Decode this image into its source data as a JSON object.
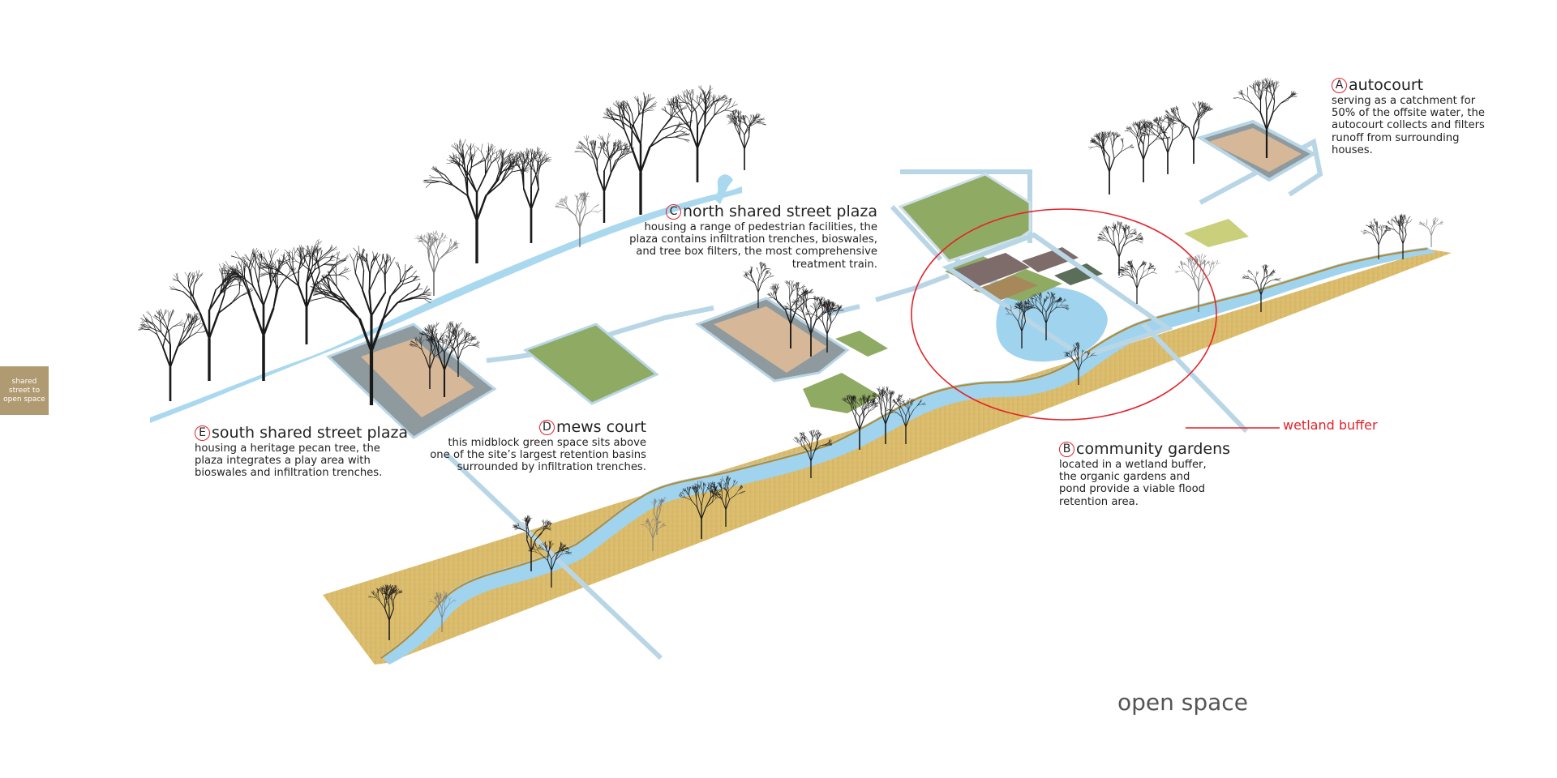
{
  "side_tab": {
    "label": "shared street to open space"
  },
  "callouts": [
    {
      "id": "A",
      "letter": "A",
      "title": "autocourt",
      "lines": [
        "serving as a catchment for",
        "50% of the offsite water, the",
        "autocourt collects and filters",
        "runoff from surrounding",
        "houses."
      ]
    },
    {
      "id": "B",
      "letter": "B",
      "title": "community gardens",
      "lines": [
        "located in a wetland buffer,",
        "the organic gardens and",
        "pond provide a viable flood",
        "retention area."
      ]
    },
    {
      "id": "C",
      "letter": "C",
      "title": "north shared street plaza",
      "lines": [
        "housing a range of pedestrian facilities, the",
        "plaza contains infiltration trenches, bioswales,",
        "and tree box filters, the most comprehensive",
        "treatment train."
      ]
    },
    {
      "id": "D",
      "letter": "D",
      "title": "mews court",
      "lines": [
        "this midblock green space sits above",
        "one of the site’s largest retention basins",
        "surrounded by infiltration trenches."
      ]
    },
    {
      "id": "E",
      "letter": "E",
      "title": "south shared street plaza",
      "lines": [
        "housing a heritage pecan tree, the",
        "plaza integrates a play area with",
        "bioswales and infiltration trenches."
      ]
    }
  ],
  "wetland_label": "wetland buffer",
  "footer_title": "open space",
  "colors": {
    "accent_red": "#e2232a",
    "water_blue": "#a9d8ef",
    "ground_tan": "#d9b86a",
    "lawn_green": "#8faa62",
    "plaza_tan": "#d6b898",
    "paving_gray": "#8f9a9e",
    "tree_black": "#1a1a1a",
    "tab_brown": "#b09a72"
  }
}
